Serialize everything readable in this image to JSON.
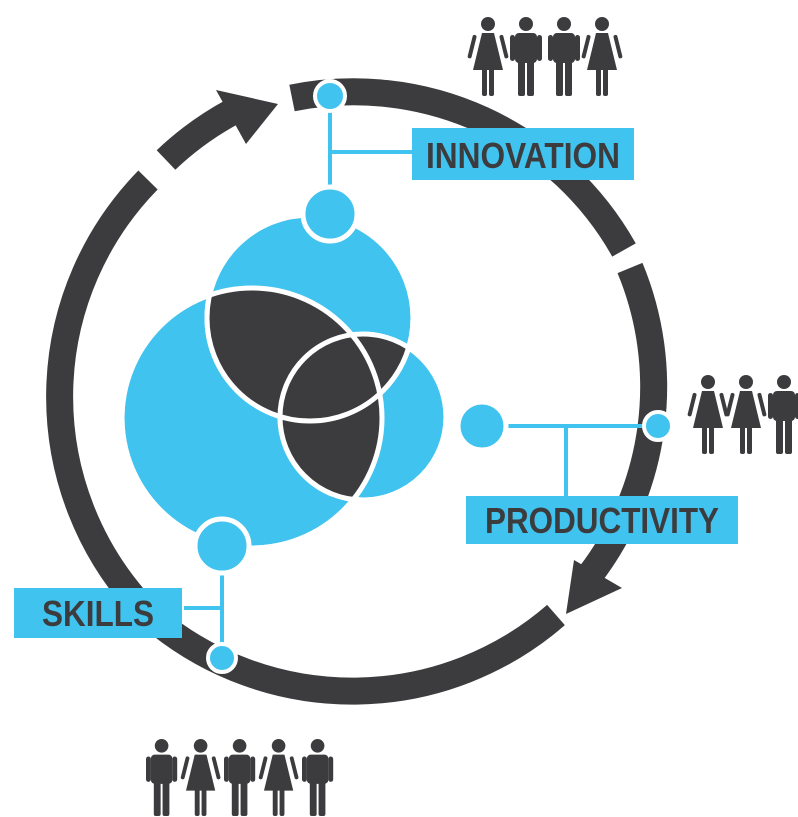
{
  "labels": {
    "innovation": "INNOVATION",
    "productivity": "PRODUCTIVITY",
    "skills": "SKILLS"
  },
  "people_groups": {
    "top_right": [
      "woman",
      "man",
      "man",
      "woman"
    ],
    "right": [
      "woman",
      "woman",
      "man"
    ],
    "bottom": [
      "man",
      "woman",
      "man",
      "woman",
      "man"
    ]
  },
  "colors": {
    "accent": "#41c3ef",
    "dark": "#3c3c3e",
    "background": "#ffffff"
  },
  "icons": {
    "woman": "woman-icon",
    "man": "man-icon",
    "arrow": "arrowhead-icon"
  }
}
